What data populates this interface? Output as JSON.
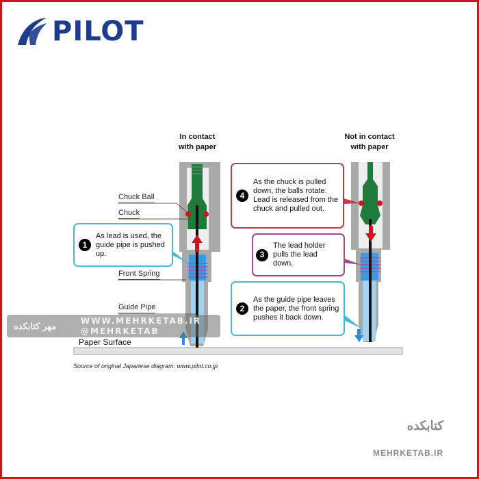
{
  "logo": {
    "text": "PILOT",
    "color": "#1d3c8c"
  },
  "left_heading": "In contact\nwith paper",
  "right_heading": "Not in contact\nwith paper",
  "labels": {
    "chuck_ball": "Chuck Ball",
    "chuck": "Chuck",
    "front_spring": "Front Spring",
    "guide_pipe": "Guide Pipe",
    "paper_surface": "Paper Surface"
  },
  "callouts": [
    {
      "num": "1",
      "text": "As lead is used, the guide pipe is pushed up.",
      "color": "#4bb8d0"
    },
    {
      "num": "2",
      "text": "As the guide pipe leaves the paper, the front spring pushes it back down.",
      "color": "#4bb8d0"
    },
    {
      "num": "3",
      "text": "The lead holder pulls the lead down.",
      "color": "#9a4a8e"
    },
    {
      "num": "4",
      "text": "As the chuck is pulled down, the balls rotate. Lead is released from the chuck and pulled out.",
      "color": "#c43a4a"
    }
  ],
  "source": "Source of original Japanese diagram: www.pilot.co.jp",
  "watermark": {
    "site": "WWW.MEHRKETAB.IR",
    "handle": "@MEHRKETAB",
    "fa": "مهر کتابکده",
    "fa2": "کتابکده",
    "site2": "MEHRKETAB.IR"
  },
  "colors": {
    "border": "#d0141e",
    "body": "#a9a9a9",
    "chuck": "#1f7a3c",
    "pipe": "#3a9be0",
    "arrow_up": "#d0141e",
    "arrow_blue": "#2a8fd6"
  }
}
